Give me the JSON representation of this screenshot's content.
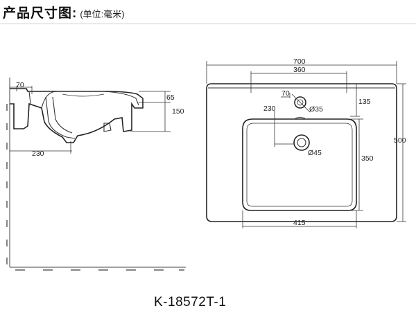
{
  "header": {
    "title": "产品尺寸图:",
    "unit": "(单位:毫米)"
  },
  "model": "K-18572T-1",
  "side_view": {
    "dims": {
      "depth_offset": "70",
      "rim_height": "65",
      "total_height": "150",
      "drain_offset": "230"
    }
  },
  "top_view": {
    "dims": {
      "overall_width": "700",
      "hole_spacing": "360",
      "tap_offset": "70",
      "tap_hole_diameter": "Ø35",
      "tap_depth": "135",
      "drain_from_edge": "230",
      "drain_diameter": "Ø45",
      "basin_depth": "350",
      "basin_width": "415",
      "overall_depth": "500"
    }
  }
}
